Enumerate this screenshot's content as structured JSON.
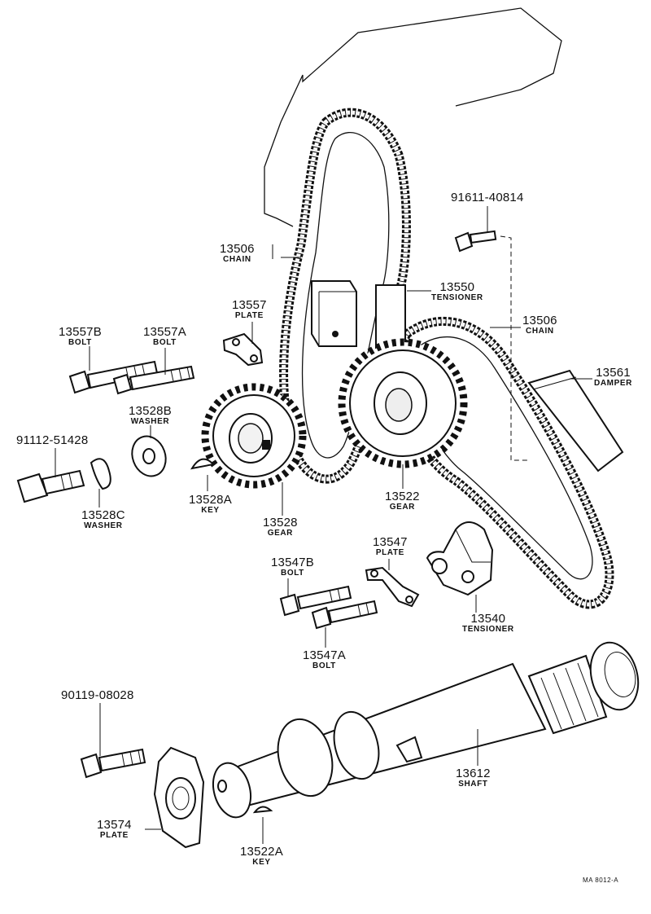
{
  "labels": {
    "chain_top": {
      "number": "13506",
      "name": "CHAIN"
    },
    "chain_right": {
      "number": "13506",
      "name": "CHAIN"
    },
    "bolt_91611": {
      "number": "91611-40814",
      "name": ""
    },
    "tensioner_13550": {
      "number": "13550",
      "name": "TENSIONER"
    },
    "plate_13557": {
      "number": "13557",
      "name": "PLATE"
    },
    "bolt_13557B": {
      "number": "13557B",
      "name": "BOLT"
    },
    "bolt_13557A": {
      "number": "13557A",
      "name": "BOLT"
    },
    "washer_13528B": {
      "number": "13528B",
      "name": "WASHER"
    },
    "damper_13561": {
      "number": "13561",
      "name": "DAMPER"
    },
    "bolt_91112": {
      "number": "91112-51428",
      "name": ""
    },
    "washer_13528C": {
      "number": "13528C",
      "name": "WASHER"
    },
    "key_13528A": {
      "number": "13528A",
      "name": "KEY"
    },
    "gear_13528": {
      "number": "13528",
      "name": "GEAR"
    },
    "gear_13522": {
      "number": "13522",
      "name": "GEAR"
    },
    "plate_13547": {
      "number": "13547",
      "name": "PLATE"
    },
    "bolt_13547B": {
      "number": "13547B",
      "name": "BOLT"
    },
    "tensioner_13540": {
      "number": "13540",
      "name": "TENSIONER"
    },
    "bolt_13547A": {
      "number": "13547A",
      "name": "BOLT"
    },
    "bolt_90119": {
      "number": "90119-08028",
      "name": ""
    },
    "shaft_13612": {
      "number": "13612",
      "name": "SHAFT"
    },
    "plate_13574": {
      "number": "13574",
      "name": "PLATE"
    },
    "key_13522A": {
      "number": "13522A",
      "name": "KEY"
    }
  },
  "drawing_code": "MA 8012-A"
}
